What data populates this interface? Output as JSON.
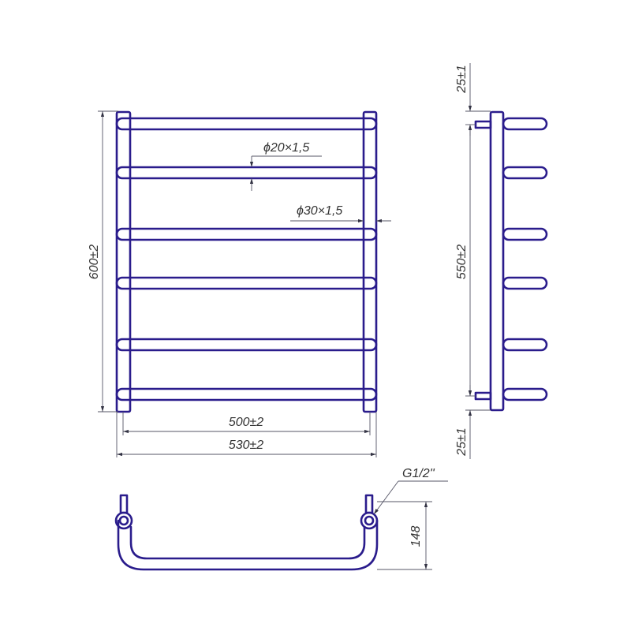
{
  "colors": {
    "part": "#2a1c8c",
    "dimension": "#555566",
    "background": "#ffffff"
  },
  "front_view": {
    "height_dim": "600±2",
    "bar_dia": "ϕ20×1,5",
    "post_dia": "ϕ30×1,5",
    "inner_width": "500±2",
    "outer_width": "530±2",
    "bar_count": 6
  },
  "side_view": {
    "top_offset": "25±1",
    "pitch": "550±2",
    "bottom_offset": "25±1"
  },
  "top_view": {
    "thread": "G1/2''",
    "depth": "148"
  }
}
